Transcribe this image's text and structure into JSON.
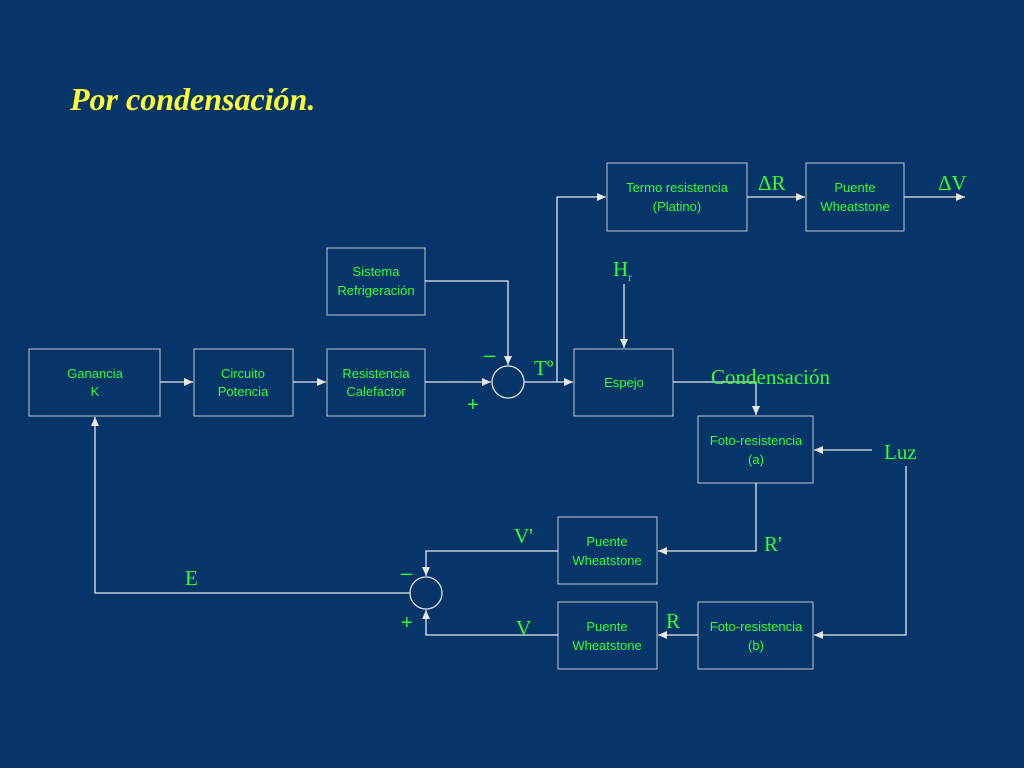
{
  "title": "Por condensación.",
  "blocks": {
    "termo_resistencia": [
      "Termo resistencia",
      "(Platino)"
    ],
    "puente_top": [
      "Puente",
      "Wheatstone"
    ],
    "sistema_refrigeracion": [
      "Sistema",
      "Refrigeración"
    ],
    "ganancia": [
      "Ganancia",
      "K"
    ],
    "circuito_potencia": [
      "Circuito",
      "Potencia"
    ],
    "resistencia_calefactor": [
      "Resistencia",
      "Calefactor"
    ],
    "espejo": [
      "Espejo"
    ],
    "foto_resistencia_a": [
      "Foto-resistencia",
      "(a)"
    ],
    "puente_mid": [
      "Puente",
      "Wheatstone"
    ],
    "puente_bot": [
      "Puente",
      "Wheatstone"
    ],
    "foto_resistencia_b": [
      "Foto-resistencia",
      "(b)"
    ]
  },
  "signals": {
    "delta_r": "ΔR",
    "delta_v": "ΔV",
    "hr_main": "H",
    "hr_sub": "r",
    "temperatura": "Tº",
    "condensacion": "Condensación",
    "luz": "Luz",
    "v_prime": "V'",
    "r_prime": "R'",
    "e": "E",
    "r": "R",
    "v": "V"
  },
  "signs": {
    "sum1_minus": "_",
    "sum1_plus": "+",
    "sum2_minus": "_",
    "sum2_plus": "+"
  }
}
